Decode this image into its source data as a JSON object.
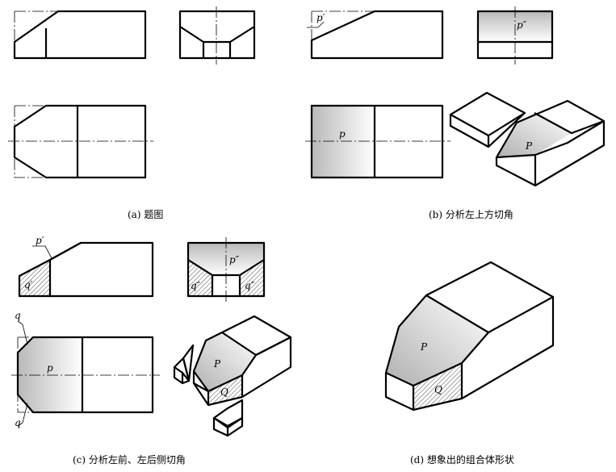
{
  "captions": {
    "a": "(a) 题图",
    "b": "(b) 分析左上方切角",
    "c": "(c) 分析左前、左后侧切角",
    "d": "(d) 想象出的组合体形状"
  },
  "marks": {
    "p_prime": "p′",
    "p_double": "p″",
    "p": "p",
    "P": "P",
    "q_prime": "q′",
    "q_double": "q″",
    "q": "q",
    "Q": "Q"
  }
}
